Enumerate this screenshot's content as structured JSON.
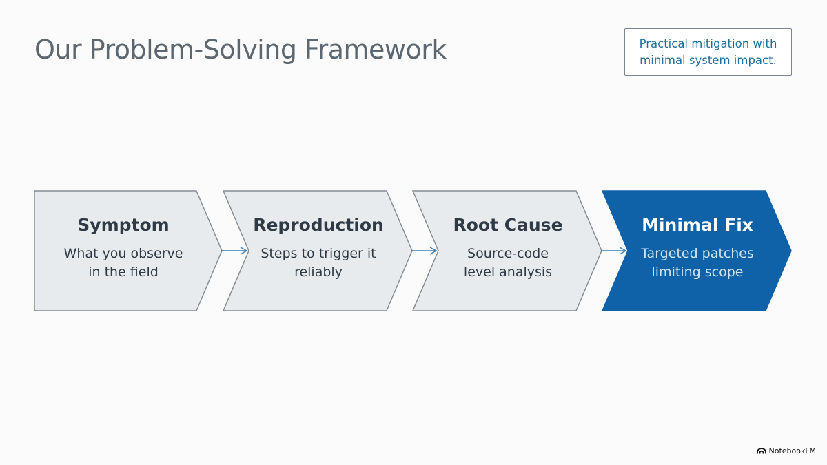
{
  "title": "Our Problem-Solving Framework",
  "callout": {
    "line1": "Practical mitigation with",
    "line2": "minimal system impact."
  },
  "steps": [
    {
      "title": "Symptom",
      "line1": "What you observe",
      "line2": "in the field",
      "highlight": false
    },
    {
      "title": "Reproduction",
      "line1": "Steps to trigger it",
      "line2": "reliably",
      "highlight": false
    },
    {
      "title": "Root Cause",
      "line1": "Source-code",
      "line2": "level analysis",
      "highlight": false
    },
    {
      "title": "Minimal Fix",
      "line1": "Targeted patches",
      "line2": "limiting scope",
      "highlight": true
    }
  ],
  "colors": {
    "step_fill": "#e8ebee",
    "step_stroke": "#858d94",
    "highlight_fill": "#0f62a8",
    "arrow": "#3d7fb0",
    "title_text": "#5d6770",
    "callout_text": "#1f6f9e"
  },
  "brand": {
    "name": "NotebookLM",
    "icon": "notebooklm-logo-icon"
  }
}
